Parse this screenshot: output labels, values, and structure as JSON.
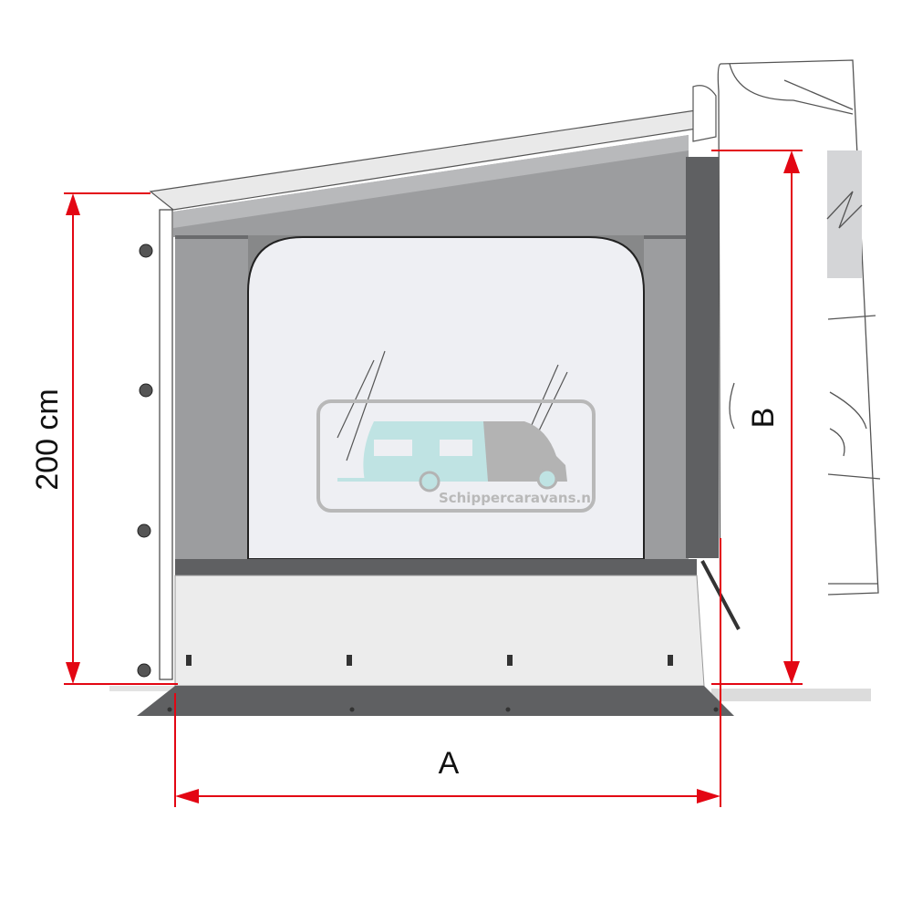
{
  "dimensions": {
    "height_label": "200 cm",
    "width_label": "A",
    "vehicle_height_label": "B"
  },
  "watermark": {
    "text": "Schippercaravans.nl"
  },
  "colors": {
    "dimension_lines": "#e30613",
    "panel_dark": "#5f6062",
    "panel_mid": "#9c9d9f",
    "window": "#eeeff3",
    "skirt": "#ececec",
    "watermark_caravan": "#bfe3e3",
    "watermark_camper": "#b3b3b3"
  }
}
